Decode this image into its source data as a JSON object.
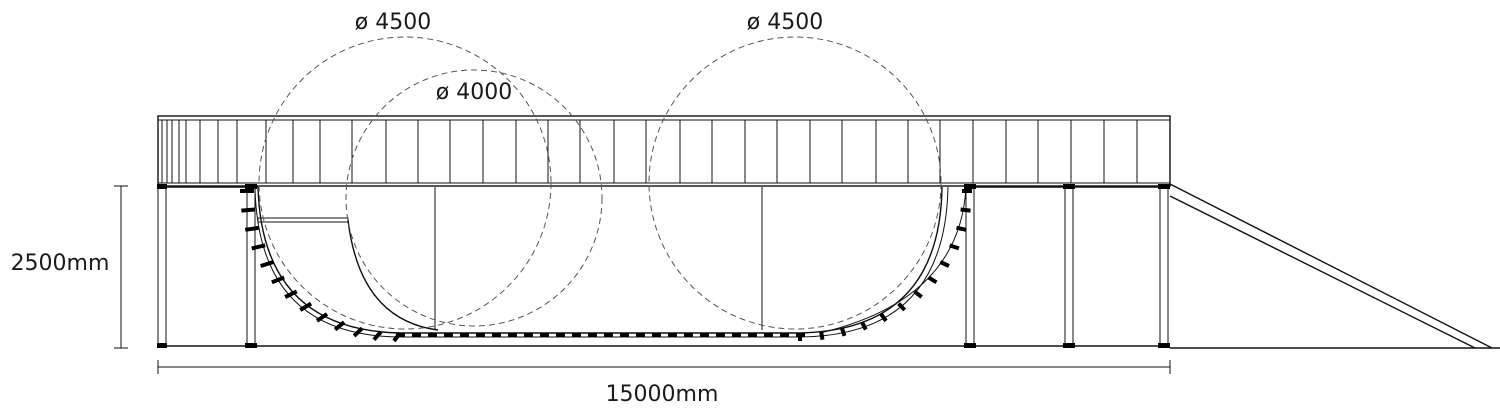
{
  "dimensions": {
    "height_label": "2500mm",
    "width_label": "15000mm"
  },
  "circles": [
    {
      "label": "ø 4500"
    },
    {
      "label": "ø 4000"
    },
    {
      "label": "ø 4500"
    }
  ]
}
